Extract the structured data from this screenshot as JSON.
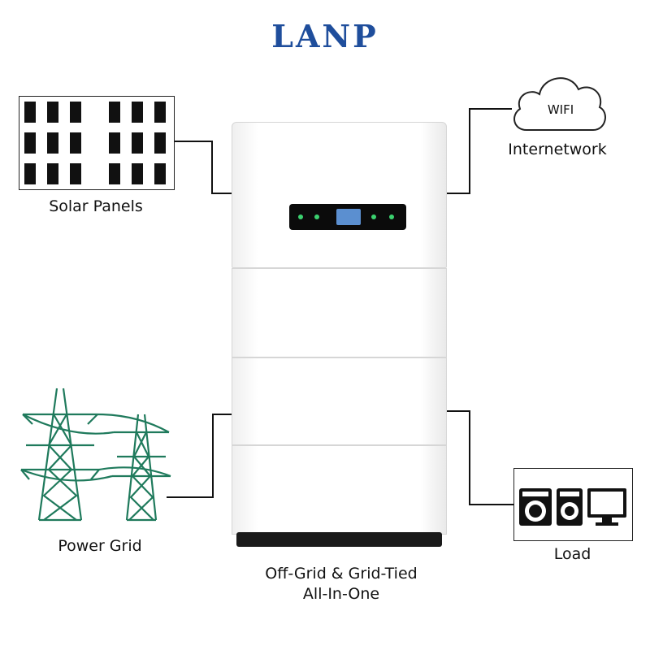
{
  "brand": {
    "logo_text": "LANP"
  },
  "components": {
    "solar": {
      "label": "Solar Panels"
    },
    "wifi": {
      "cloud_text": "WIFI",
      "label": "Internetwork"
    },
    "grid": {
      "label": "Power Grid"
    },
    "load": {
      "label": "Load"
    },
    "inverter": {
      "caption_line1": "Off-Grid & Grid-Tied",
      "caption_line2": "All-In-One"
    }
  },
  "colors": {
    "logo": "#1f4e9c",
    "tower": "#1f7a5c",
    "lines": "#111111"
  },
  "icons": [
    "solar-panel-icon",
    "cloud-icon",
    "power-tower-icon",
    "washing-machine-icon",
    "tv-icon"
  ]
}
